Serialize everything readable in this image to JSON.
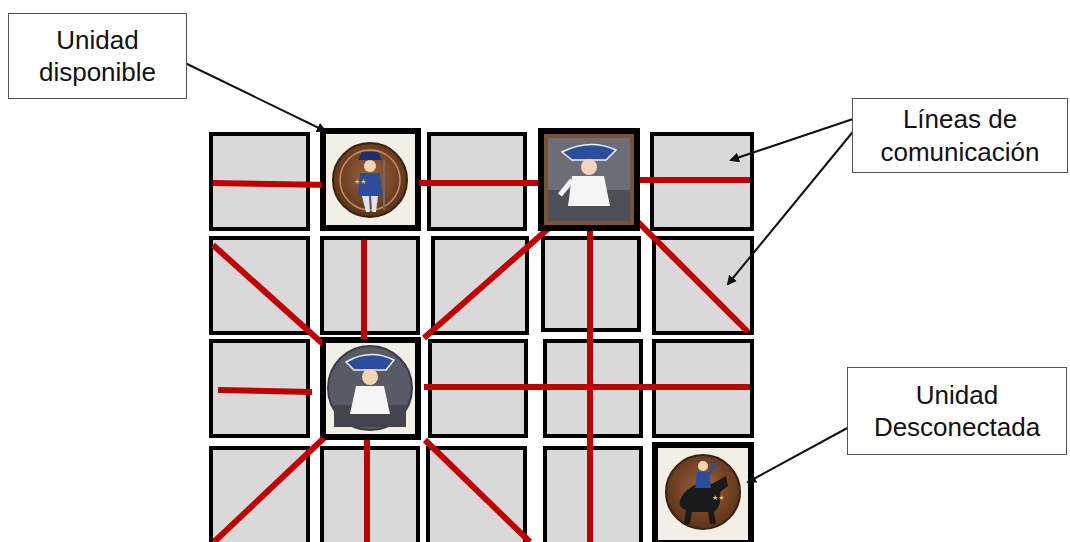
{
  "diagram": {
    "nodes": [
      {
        "text": [
          "Unidad disponible"
        ]
      },
      {
        "text": [
          "Líneas de comunicación"
        ]
      },
      {
        "text": [
          "Unidad Desconectada"
        ]
      }
    ]
  }
}
